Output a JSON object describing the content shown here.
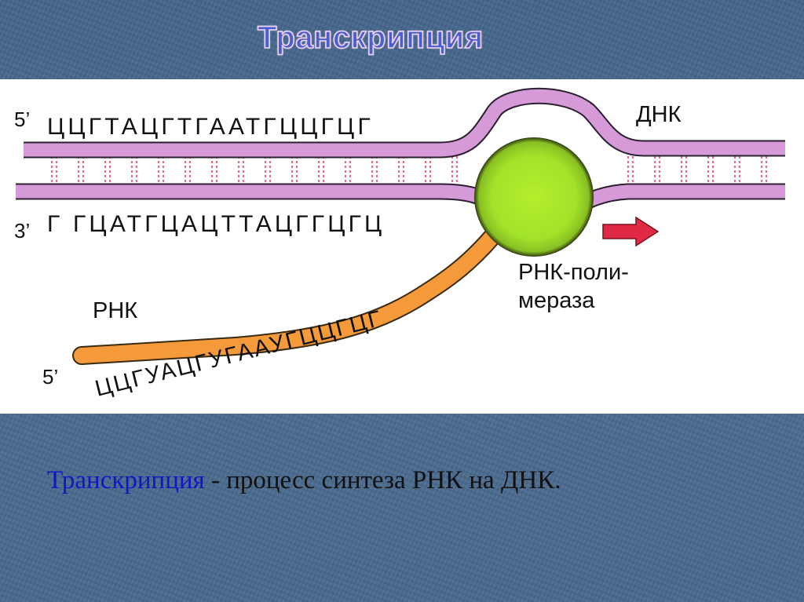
{
  "slide": {
    "title": "Транскрипция"
  },
  "diagram": {
    "top_strand": {
      "end_label": "5’",
      "sequence": "ЦЦГТАЦГТГААТГЦЦГЦГ"
    },
    "bottom_strand": {
      "end_label": "3’",
      "sequence": "Г ГЦАТГЦАЦТТАЦГГЦГЦ"
    },
    "rna": {
      "label": "РНК",
      "end_label": "5’",
      "sequence": "ЦЦГУАЦГУГААУГЦЦГЦГ"
    },
    "dna_label": "ДНК",
    "polymerase_label_line1": "РНК-поли-",
    "polymerase_label_line2": "мераза",
    "colors": {
      "dna_strand": "#d79ad8",
      "dna_outline": "#2a2030",
      "h_bonds": "#e0708a",
      "polymerase": "#a8e62a",
      "rna_strand": "#f59a3a",
      "direction_arrow": "#e02a45"
    },
    "icons": [
      "direction-arrow-icon"
    ]
  },
  "caption": {
    "term": "Транскрипция",
    "rest": " - процесс синтеза РНК на ДНК."
  }
}
